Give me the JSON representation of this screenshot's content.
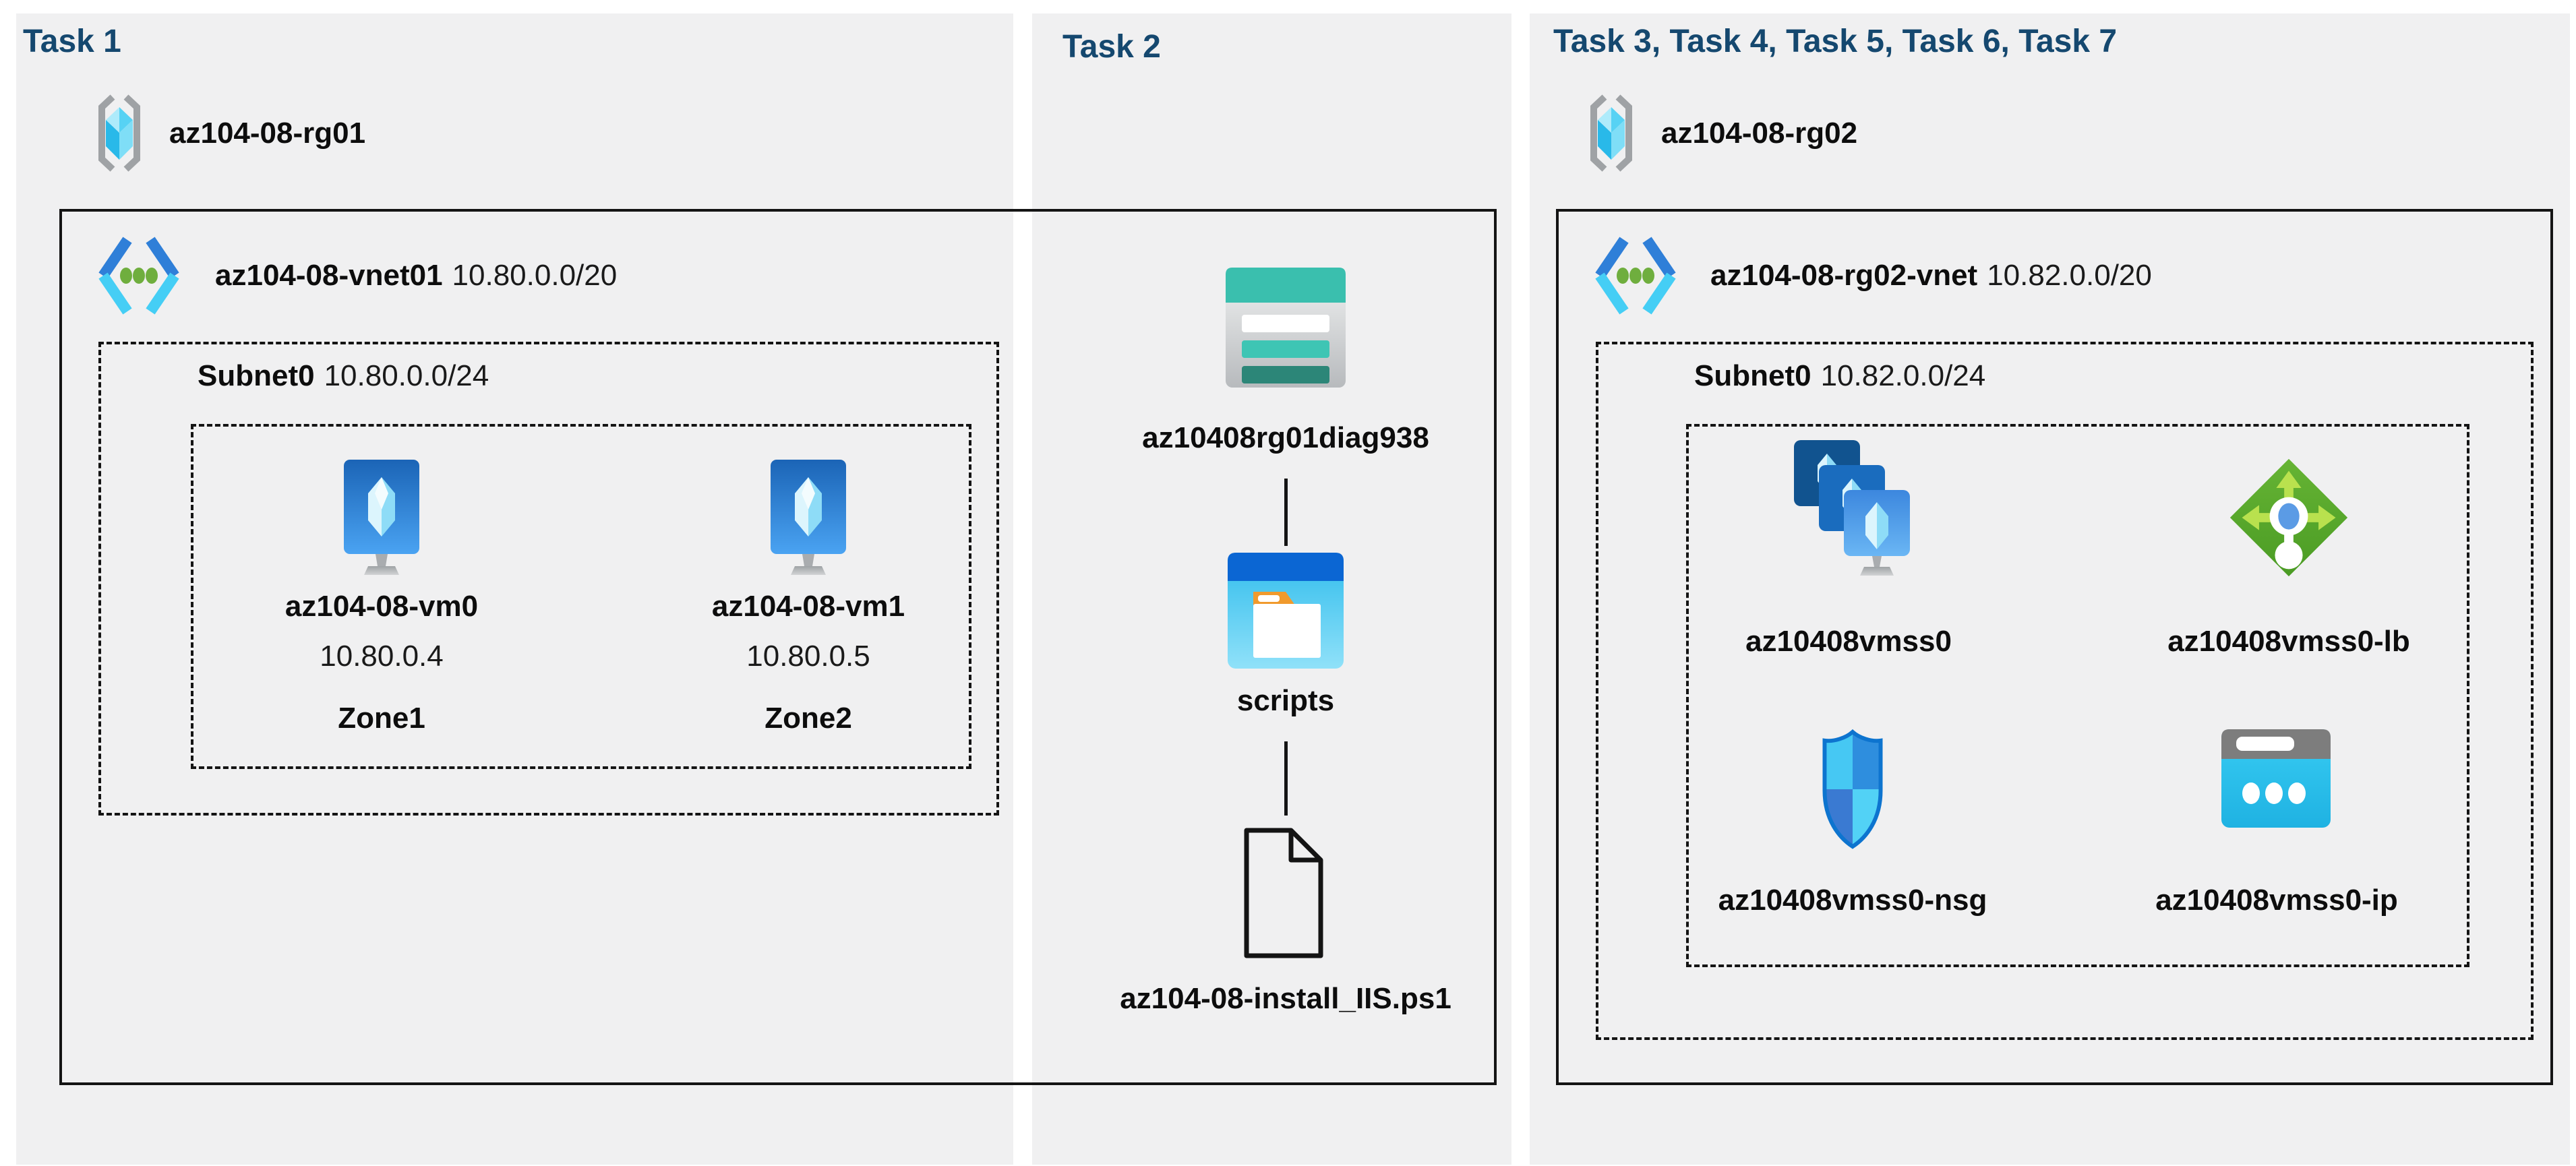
{
  "colors": {
    "page_bg": "#FFFFFF",
    "panel_bg": "#F0F0F1",
    "header_text": "#15486F",
    "label_text": "#0D0D0D",
    "box_border": "#141414",
    "vnet_chevron_blue": "#2F7FD8",
    "vnet_chevron_cyan": "#45CEF5",
    "vnet_dot_green": "#6FAE3E",
    "vm_monitor_blue": "#2173CA",
    "load_balancer_green": "#55A82C",
    "nsg_border_blue": "#0D74CF",
    "storage_teal": "#3ABFAE",
    "public_ip_cyan": "#2FC6F0",
    "folder_tab_orange": "#F09A2D",
    "resource_group_bracket_gray": "#9FA2A5"
  },
  "task1": {
    "title": "Task 1",
    "resource_group": {
      "icon": "resource-group-icon",
      "name": "az104-08-rg01"
    },
    "vnet": {
      "icon": "virtual-network-icon",
      "name": "az104-08-vnet01",
      "cidr": "10.80.0.0/20"
    },
    "subnet": {
      "name": "Subnet0",
      "cidr": "10.80.0.0/24"
    },
    "vms": [
      {
        "icon": "virtual-machine-icon",
        "name": "az104-08-vm0",
        "ip": "10.80.0.4",
        "zone": "Zone1"
      },
      {
        "icon": "virtual-machine-icon",
        "name": "az104-08-vm1",
        "ip": "10.80.0.5",
        "zone": "Zone2"
      }
    ]
  },
  "task2": {
    "title": "Task 2",
    "storage_account": {
      "icon": "storage-account-icon",
      "name": "az10408rg01diag938"
    },
    "folder": {
      "icon": "scripts-folder-icon",
      "name": "scripts"
    },
    "script_file": {
      "icon": "script-file-icon",
      "name": "az104-08-install_IIS.ps1"
    }
  },
  "task3": {
    "title": "Task 3, Task 4, Task 5, Task 6, Task 7",
    "resource_group": {
      "icon": "resource-group-icon",
      "name": "az104-08-rg02"
    },
    "vnet": {
      "icon": "virtual-network-icon",
      "name": "az104-08-rg02-vnet",
      "cidr": "10.82.0.0/20"
    },
    "subnet": {
      "name": "Subnet0",
      "cidr": "10.82.0.0/24"
    },
    "resources": [
      {
        "icon": "vm-scale-set-icon",
        "name": "az10408vmss0"
      },
      {
        "icon": "load-balancer-icon",
        "name": "az10408vmss0-lb"
      },
      {
        "icon": "network-security-group-icon",
        "name": "az10408vmss0-nsg"
      },
      {
        "icon": "public-ip-icon",
        "name": "az10408vmss0-ip"
      }
    ]
  }
}
